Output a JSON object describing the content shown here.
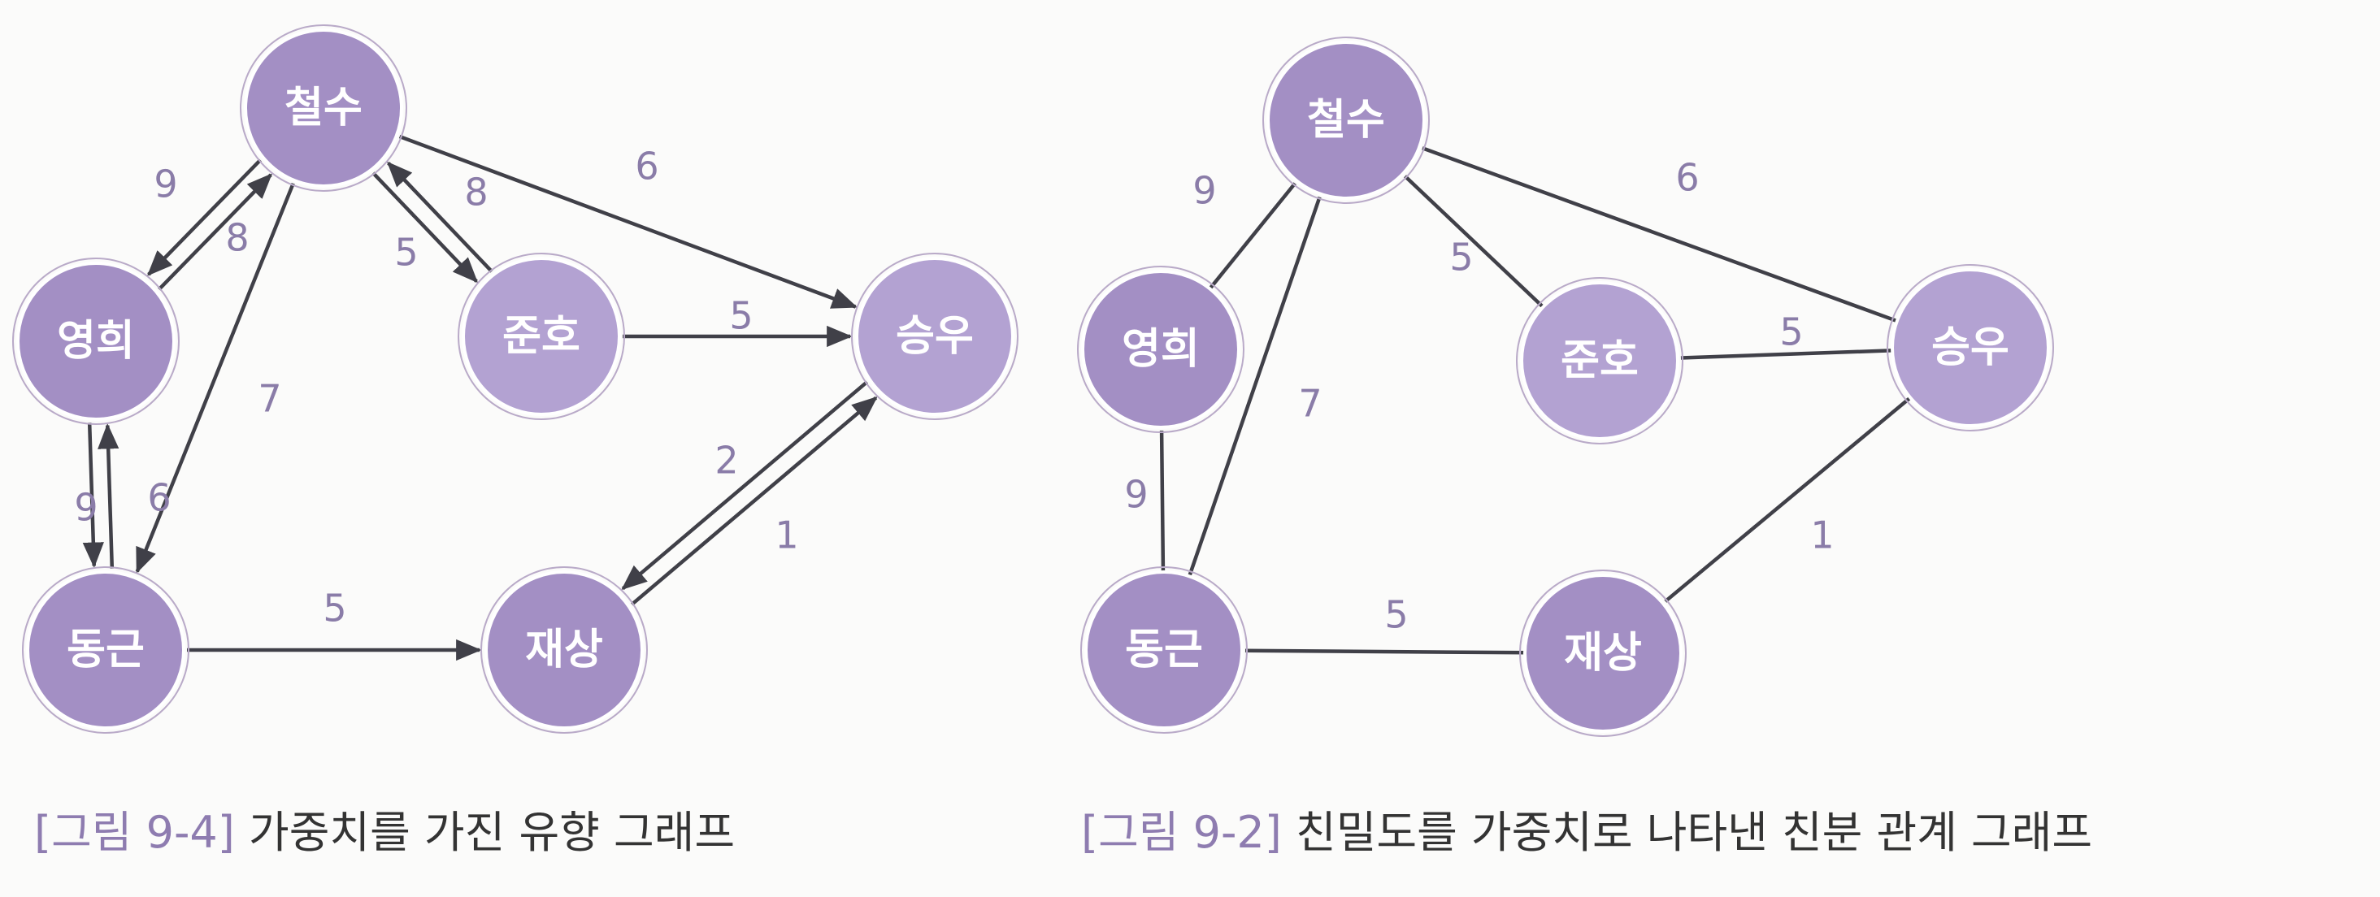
{
  "colors": {
    "node_fill": "#a38fc4",
    "node_fill_light": "#b3a2d2",
    "edge": "#404048",
    "weight_label": "#8a7ca8",
    "caption_tag": "#8e7cb0",
    "caption_text": "#333333"
  },
  "figures": [
    {
      "id": "directed",
      "caption_tag": "[그림 9-4]",
      "caption_text": "가중치를 가진 유향 그래프",
      "nodes": [
        {
          "id": "cs",
          "label": "철수"
        },
        {
          "id": "yh",
          "label": "영희"
        },
        {
          "id": "jh",
          "label": "준호"
        },
        {
          "id": "sw",
          "label": "승우"
        },
        {
          "id": "dg",
          "label": "동근"
        },
        {
          "id": "js",
          "label": "재상"
        }
      ],
      "edges": [
        {
          "from": "yh",
          "to": "cs",
          "weight": "9"
        },
        {
          "from": "cs",
          "to": "yh",
          "weight": "8"
        },
        {
          "from": "cs",
          "to": "jh",
          "weight": "5"
        },
        {
          "from": "jh",
          "to": "cs",
          "weight": "8"
        },
        {
          "from": "cs",
          "to": "sw",
          "weight": "6"
        },
        {
          "from": "cs",
          "to": "dg",
          "weight": "7"
        },
        {
          "from": "jh",
          "to": "sw",
          "weight": "5"
        },
        {
          "from": "yh",
          "to": "dg",
          "weight": "6"
        },
        {
          "from": "dg",
          "to": "yh",
          "weight": "9"
        },
        {
          "from": "dg",
          "to": "js",
          "weight": "5"
        },
        {
          "from": "js",
          "to": "sw",
          "weight": "2"
        },
        {
          "from": "sw",
          "to": "js",
          "weight": "1"
        }
      ]
    },
    {
      "id": "undirected",
      "caption_tag": "[그림 9-2]",
      "caption_text": "친밀도를 가중치로 나타낸 친분 관계 그래프",
      "nodes": [
        {
          "id": "cs",
          "label": "철수"
        },
        {
          "id": "yh",
          "label": "영희"
        },
        {
          "id": "jh",
          "label": "준호"
        },
        {
          "id": "sw",
          "label": "승우"
        },
        {
          "id": "dg",
          "label": "동근"
        },
        {
          "id": "js",
          "label": "재상"
        }
      ],
      "edges": [
        {
          "from": "cs",
          "to": "yh",
          "weight": "9"
        },
        {
          "from": "cs",
          "to": "jh",
          "weight": "5"
        },
        {
          "from": "cs",
          "to": "sw",
          "weight": "6"
        },
        {
          "from": "cs",
          "to": "dg",
          "weight": "7"
        },
        {
          "from": "jh",
          "to": "sw",
          "weight": "5"
        },
        {
          "from": "yh",
          "to": "dg",
          "weight": "9"
        },
        {
          "from": "dg",
          "to": "js",
          "weight": "5"
        },
        {
          "from": "js",
          "to": "sw",
          "weight": "1"
        }
      ]
    }
  ]
}
